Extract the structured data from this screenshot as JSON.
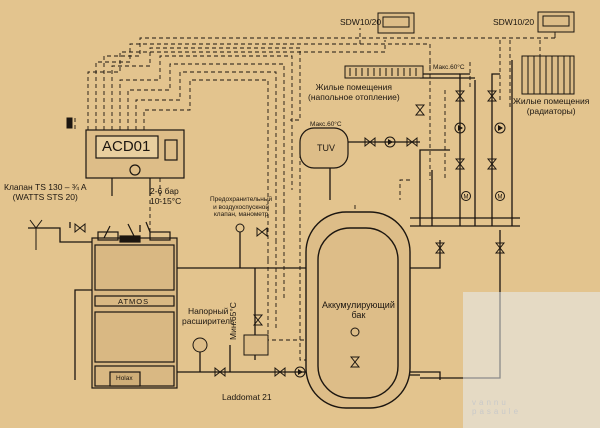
{
  "labels": {
    "controller": "ACD01",
    "thermostat_left": "SDW10/20",
    "thermostat_right": "SDW10/20",
    "floor_heating": "Жилые помещения\n(напольное отопление)",
    "radiators": "Жилые помещения\n(радиаторы)",
    "max_temp_top": "Макс.60°C",
    "max_temp_tuv": "Макс.60°C",
    "tuv": "TUV",
    "valve_ts": "Клапан TS 130 – ¾ A\n(WATTS STS 20)",
    "pressure": "2-6 бар\n10-15°C",
    "safety_valve": "Предохранительный\nи воздухоспускной\nклапан, манометр",
    "expansion_tank": "Напорный\nрасширитель",
    "min_temp": "Мин.65°C",
    "laddomat": "Laddomat 21",
    "accumulator": "Аккумулирующий\nбак",
    "boiler_brand": "ATMOS",
    "boiler_badge": "Holax",
    "watermark": "vannu\npasaule"
  }
}
